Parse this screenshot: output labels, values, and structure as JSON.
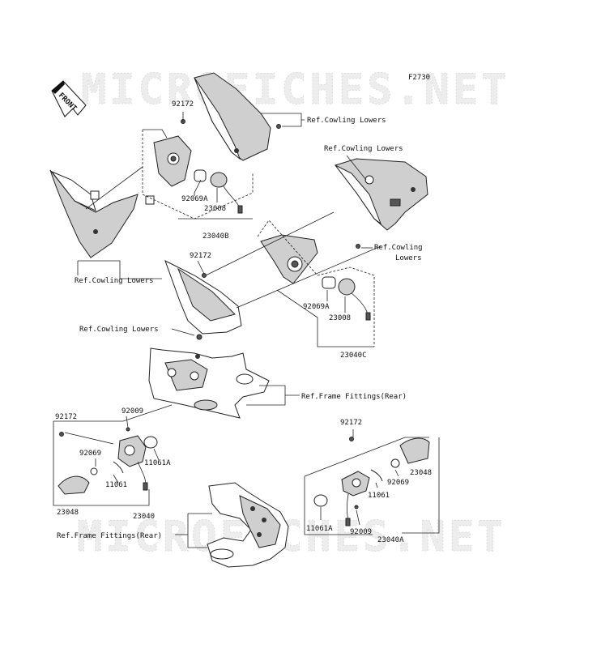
{
  "figure_code": "F2730",
  "front_arrow": "FRONT",
  "watermark": "MICROFICHES.NET",
  "labels": {
    "p92172_a": "92172",
    "ref_cowling_lowers_a": "Ref.Cowling Lowers",
    "ref_cowling_lowers_b": "Ref.Cowling Lowers",
    "p92069a_a": "92069A",
    "p23008_a": "23008",
    "p23040b": "23040B",
    "ref_cowling_lowers_c1": "Ref.Cowling",
    "ref_cowling_lowers_c2": "Lowers",
    "p92172_b": "92172",
    "ref_cowling_lowers_d": "Ref.Cowling Lowers",
    "p92069a_b": "92069A",
    "p23008_b": "23008",
    "ref_cowling_lowers_e": "Ref.Cowling Lowers",
    "p23040c": "23040C",
    "ref_frame_fittings_a": "Ref.Frame Fittings(Rear)",
    "p92172_c": "92172",
    "p92009_a": "92009",
    "p92069_a": "92069",
    "p11061a_a": "11061A",
    "p11061_a": "11061",
    "p23048_a": "23048",
    "p23040": "23040",
    "p92172_d": "92172",
    "p23048_b": "23048",
    "p92069_b": "92069",
    "p11061_b": "11061",
    "p11061a_b": "11061A",
    "p92009_b": "92009",
    "p23040a": "23040A",
    "ref_frame_fittings_b": "Ref.Frame Fittings(Rear)"
  }
}
